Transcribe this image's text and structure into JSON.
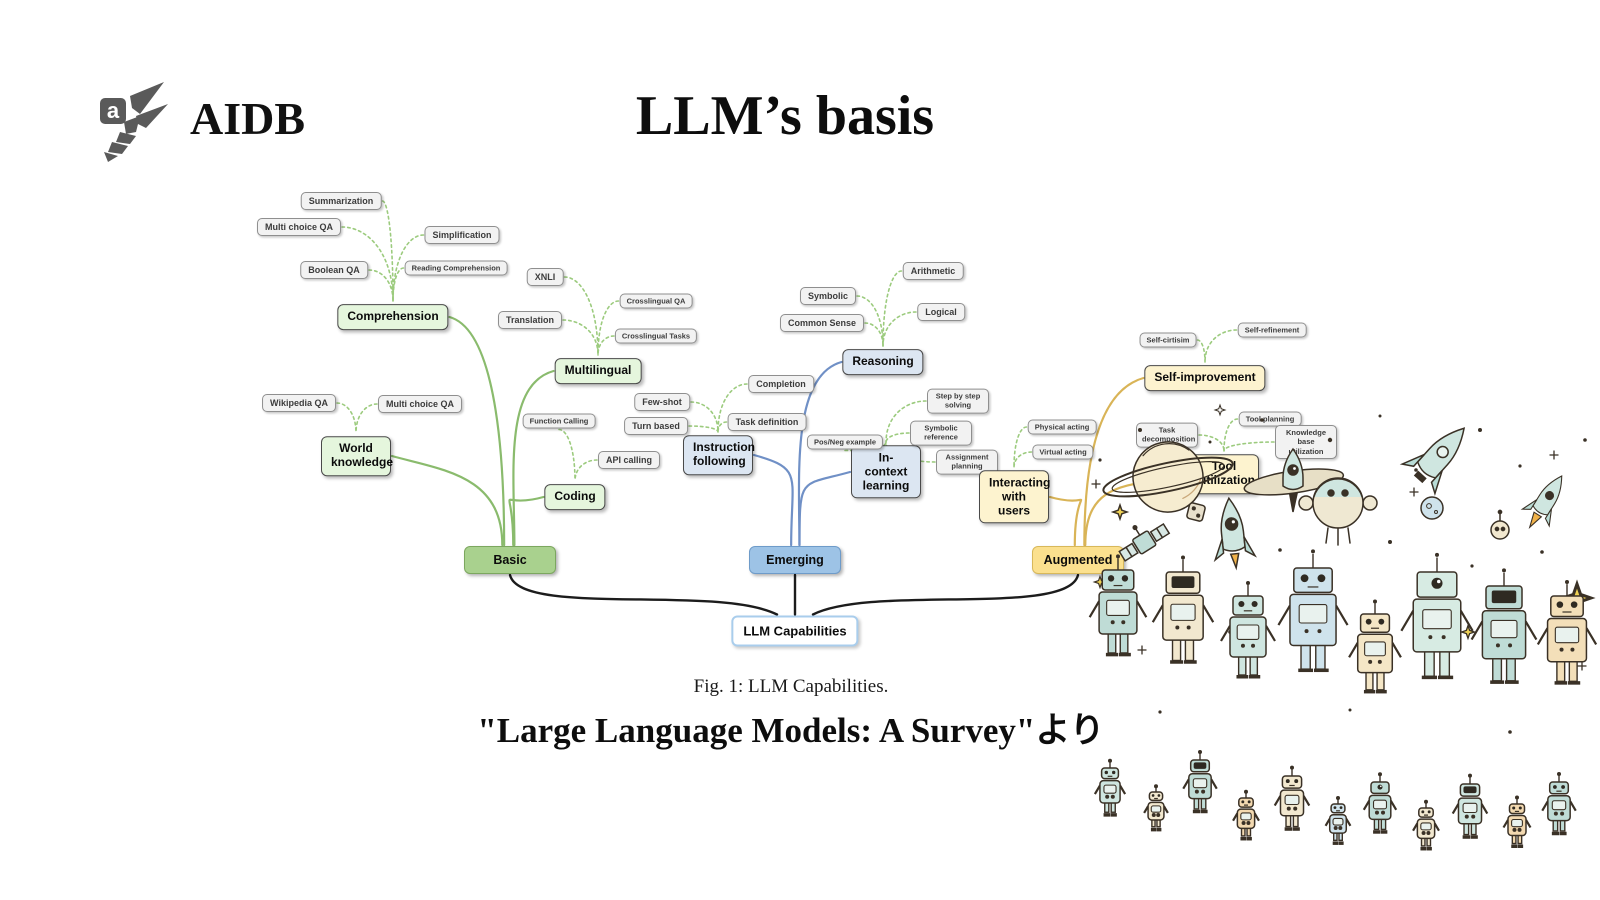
{
  "header": {
    "brand": "AIDB",
    "title": "LLM’s basis"
  },
  "caption": {
    "figure": "Fig. 1: LLM Capabilities.",
    "source": "\"Large Language Models: A Survey\"より"
  },
  "palette": {
    "basic_green": "#a9d18e",
    "emerging_blue": "#9dc3e6",
    "augmented_yellow": "#fbe08e",
    "basic_sub": "#e5f6dd",
    "emerging_sub": "#dce6f2",
    "augmented_sub": "#fdf3cf",
    "leaf_gray": "#f2f2f2",
    "edge_green": "#8abb6d",
    "edge_blue": "#7090c6",
    "edge_yellow": "#d9b457",
    "edge_black": "#1c1c1c",
    "dotted_green": "#9ccb7e"
  },
  "mindmap": {
    "root": "LLM Capabilities",
    "branches": [
      {
        "label": "Basic",
        "children": [
          {
            "label": "Comprehension",
            "leaves": [
              "Summarization",
              "Multi choice QA",
              "Boolean QA",
              "Simplification",
              "Reading Comprehension"
            ]
          },
          {
            "label": "Multilingual",
            "leaves": [
              "XNLI",
              "Translation",
              "Crosslingual QA",
              "Crosslingual Tasks"
            ]
          },
          {
            "label": "World knowledge",
            "leaves": [
              "Wikipedia QA",
              "Multi choice QA"
            ]
          },
          {
            "label": "Coding",
            "leaves": [
              "Function Calling",
              "API calling"
            ]
          }
        ]
      },
      {
        "label": "Emerging",
        "children": [
          {
            "label": "Instruction following",
            "leaves": [
              "Few-shot",
              "Turn based",
              "Completion",
              "Task definition"
            ]
          },
          {
            "label": "Reasoning",
            "leaves": [
              "Symbolic",
              "Common Sense",
              "Arithmetic",
              "Logical"
            ]
          },
          {
            "label": "In-context learning",
            "leaves": [
              "Pos/Neg example",
              "Step by step solving",
              "Symbolic reference",
              "Assignment planning"
            ]
          }
        ]
      },
      {
        "label": "Augmented",
        "children": [
          {
            "label": "Self-improvement",
            "leaves": [
              "Self-cirtisim",
              "Self-refinement"
            ]
          },
          {
            "label": "Interacting with users",
            "leaves": [
              "Physical acting",
              "Virtual acting"
            ]
          },
          {
            "label": "Tool utilization",
            "leaves": [
              "Task decomposition",
              "Tool planning",
              "Knowledge base utilization"
            ]
          }
        ]
      }
    ]
  }
}
